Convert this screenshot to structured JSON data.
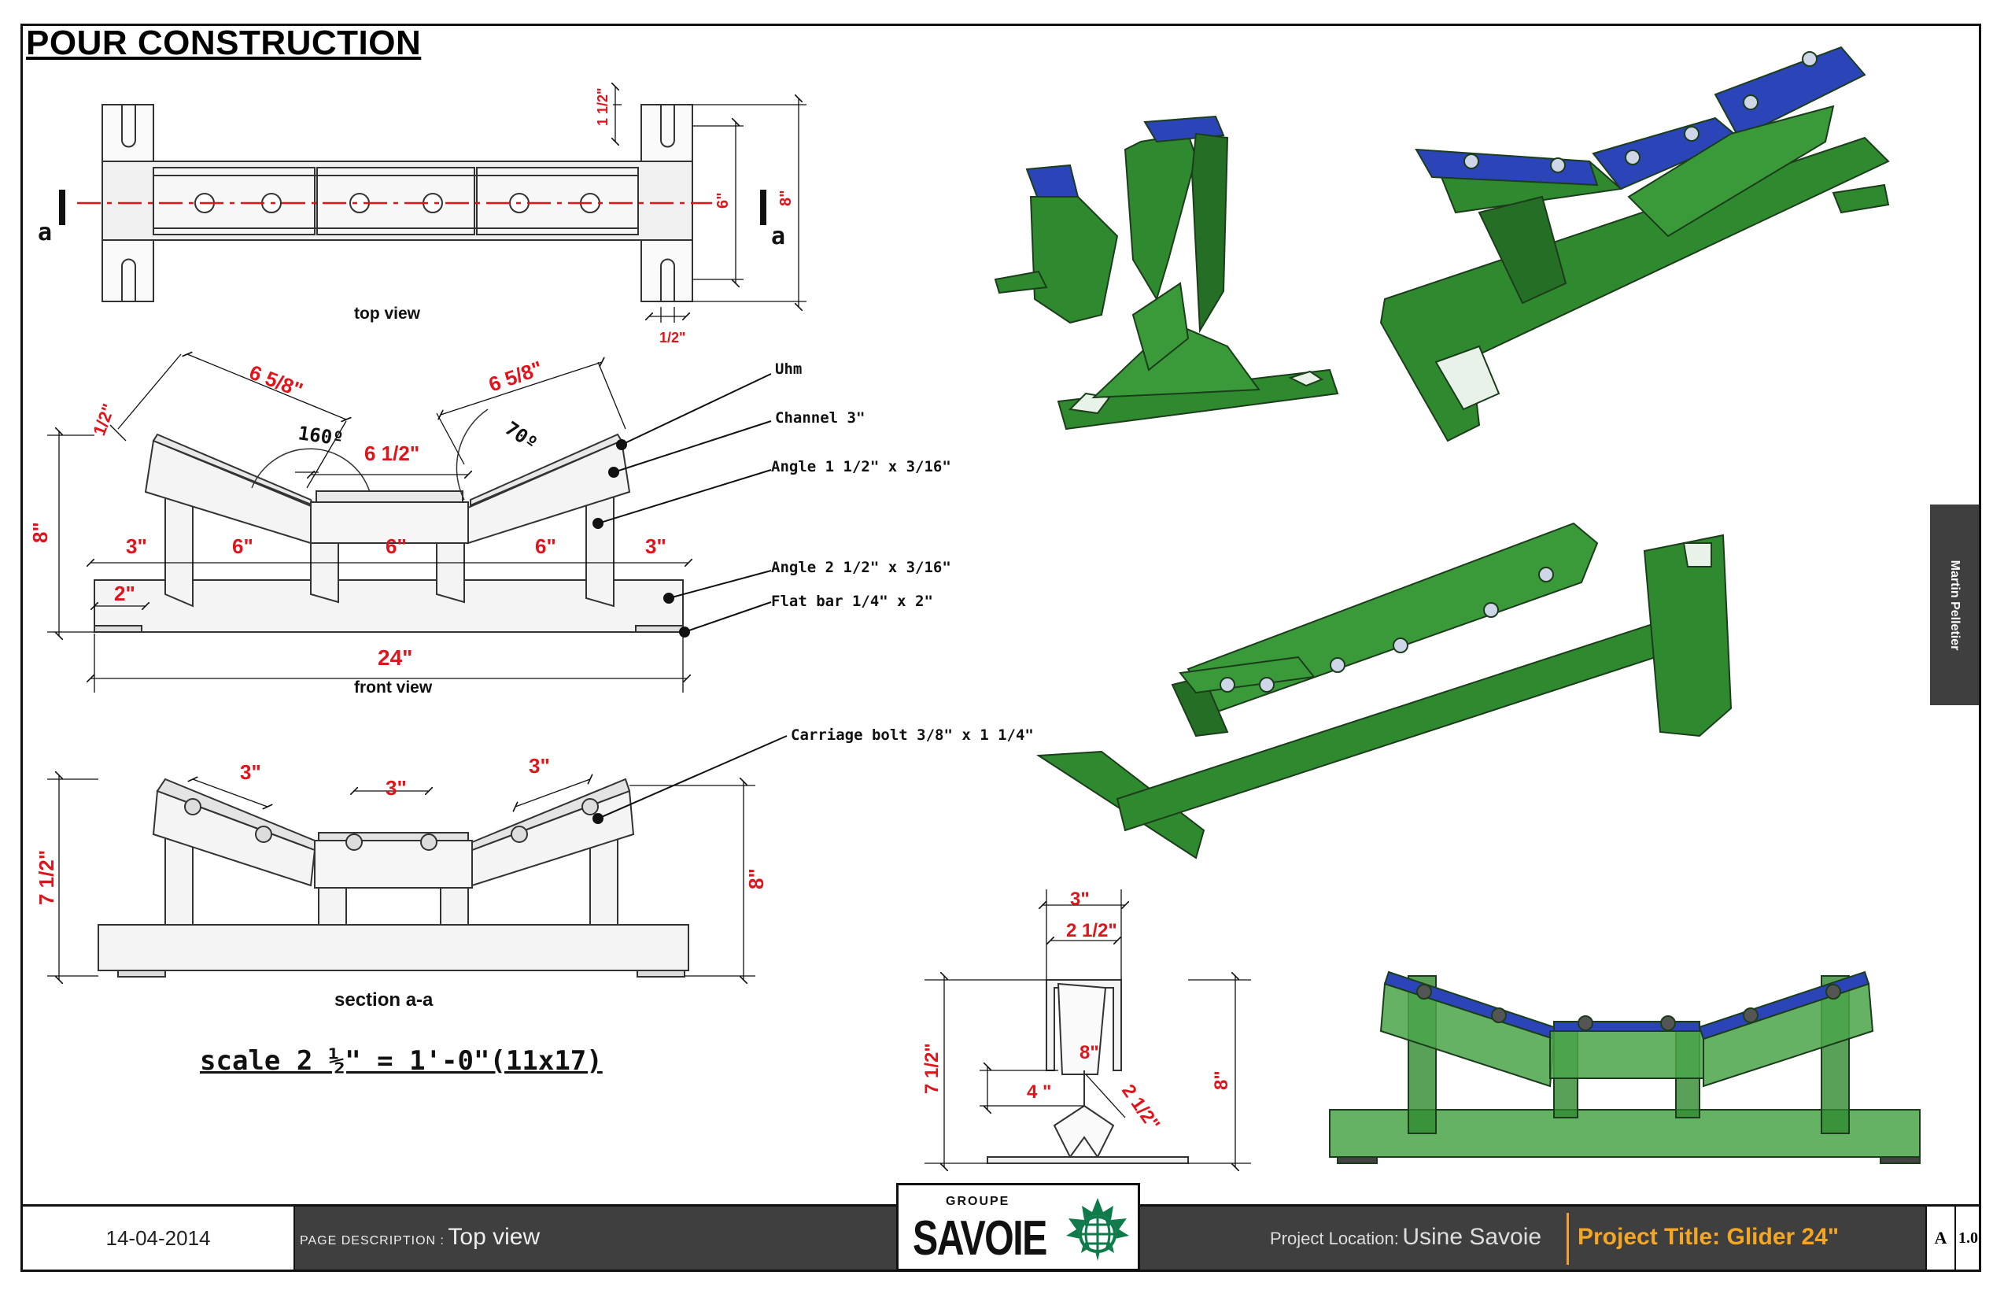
{
  "sheet": {
    "title": "POUR CONSTRUCTION",
    "scale": "scale 2 ½\" = 1'-0\"(11x17)"
  },
  "views": {
    "top": {
      "label": "top view",
      "section_a_left": "a",
      "section_a_right": "a",
      "dims": [
        "1 1/2\"",
        "6\"",
        "8\"",
        "1/2\""
      ]
    },
    "front": {
      "label": "front view",
      "dims": [
        "6 5/8\"",
        "6 5/8\"",
        "1/2\"",
        "160º",
        "70º",
        "6 1/2\"",
        "8\"",
        "3\"",
        "6\"",
        "6\"",
        "6\"",
        "3\"",
        "2\"",
        "24\""
      ],
      "callouts": [
        "Uhm",
        "Channel 3\"",
        "Angle 1 1/2\" x 3/16\"",
        "Angle 2 1/2\" x 3/16\"",
        "Flat bar 1/4\" x 2\""
      ]
    },
    "section": {
      "label": "section a-a",
      "dims": [
        "3\"",
        "3\"",
        "3\"",
        "7 1/2\"",
        "8\""
      ],
      "callouts": [
        "Carriage bolt 3/8\" x 1 1/4\""
      ]
    },
    "side": {
      "dims": [
        "3\"",
        "2 1/2\"",
        "7 1/2\"",
        "8\"",
        "4 \"",
        "2 1/2\"",
        "8\""
      ]
    }
  },
  "title_block": {
    "date": "14-04-2014",
    "page_description_label": "PAGE DESCRIPTION :",
    "page_description": "Top view",
    "logo_groupe": "GROUPE",
    "logo_name": "SAVOIE",
    "location_label": "Project Location:",
    "location": "Usine Savoie",
    "project_title": "Project Title: Glider 24\"",
    "revision": "A",
    "sheet_number": "1.0",
    "author": "Martin Pelletier"
  },
  "colors": {
    "dimension": "#e0141b",
    "steel": "#2f8a2f",
    "uhmw": "#2b45b8",
    "title_block": "#3f3f3f",
    "project_title": "#f5a623"
  }
}
